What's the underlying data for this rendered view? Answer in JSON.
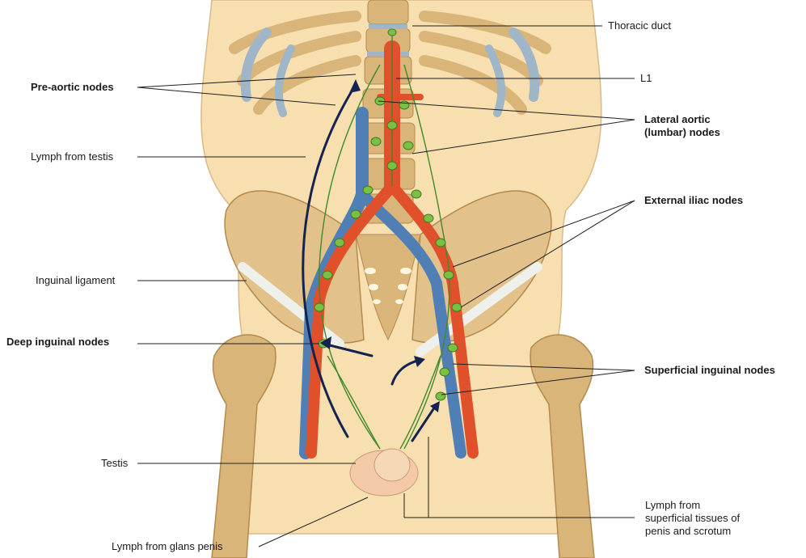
{
  "labels": {
    "thoracic_duct": "Thoracic duct",
    "l1": "L1",
    "pre_aortic_nodes": "Pre-aortic nodes",
    "lateral_aortic_line1": "Lateral aortic",
    "lateral_aortic_line2": "(lumbar) nodes",
    "lymph_from_testis": "Lymph from testis",
    "external_iliac_nodes": "External iliac nodes",
    "inguinal_ligament": "Inguinal ligament",
    "deep_inguinal_nodes": "Deep inguinal nodes",
    "superficial_inguinal_nodes": "Superficial inguinal nodes",
    "testis": "Testis",
    "lymph_superficial_line1": "Lymph from",
    "lymph_superficial_line2": "superficial tissues of",
    "lymph_superficial_line3": "penis and scrotum",
    "lymph_from_glans": "Lymph from glans penis"
  },
  "colors": {
    "skin": "#f7dfb0",
    "bone": "#d9b57a",
    "bone_shadow": "#b48a4c",
    "cartilage": "#9fb5c8",
    "artery": "#e0502a",
    "vein": "#4f7fb5",
    "node": "#7cc043",
    "lymph_vessel": "#3f8a2a",
    "flow_arrow": "#14234f"
  }
}
